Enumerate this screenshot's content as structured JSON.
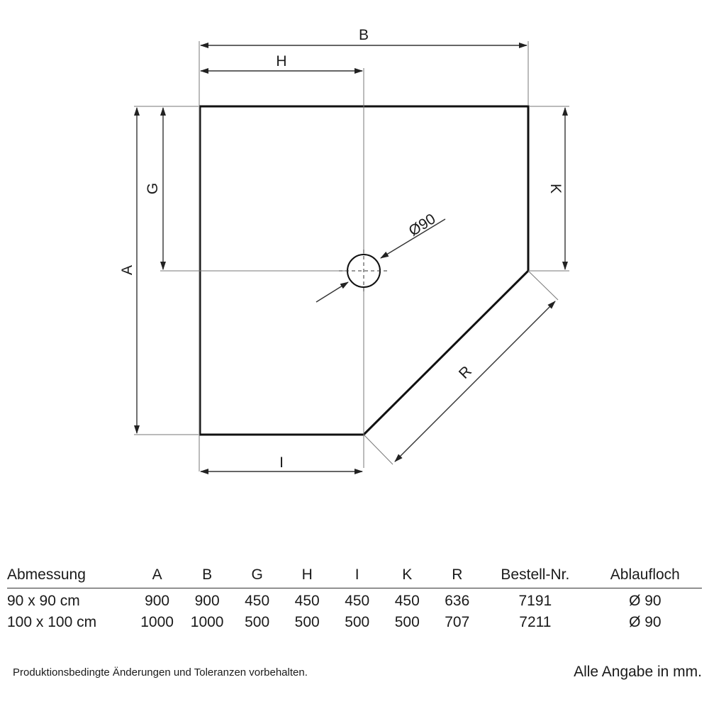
{
  "drawing": {
    "labels": {
      "B": "B",
      "H": "H",
      "G": "G",
      "A": "A",
      "K": "K",
      "R": "R",
      "I": "I",
      "drain": "Ø90"
    }
  },
  "table": {
    "headers": [
      "Abmessung",
      "A",
      "B",
      "G",
      "H",
      "I",
      "K",
      "R",
      "Bestell-Nr.",
      "Ablaufloch"
    ],
    "rows": [
      [
        "90 x 90 cm",
        "900",
        "900",
        "450",
        "450",
        "450",
        "450",
        "636",
        "7191",
        "Ø 90"
      ],
      [
        "100 x 100 cm",
        "1000",
        "1000",
        "500",
        "500",
        "500",
        "500",
        "707",
        "7211",
        "Ø 90"
      ]
    ]
  },
  "footer": {
    "note": "Produktionsbedingte Änderungen und Toleranzen vorbehalten.",
    "units": "Alle Angabe in mm."
  }
}
